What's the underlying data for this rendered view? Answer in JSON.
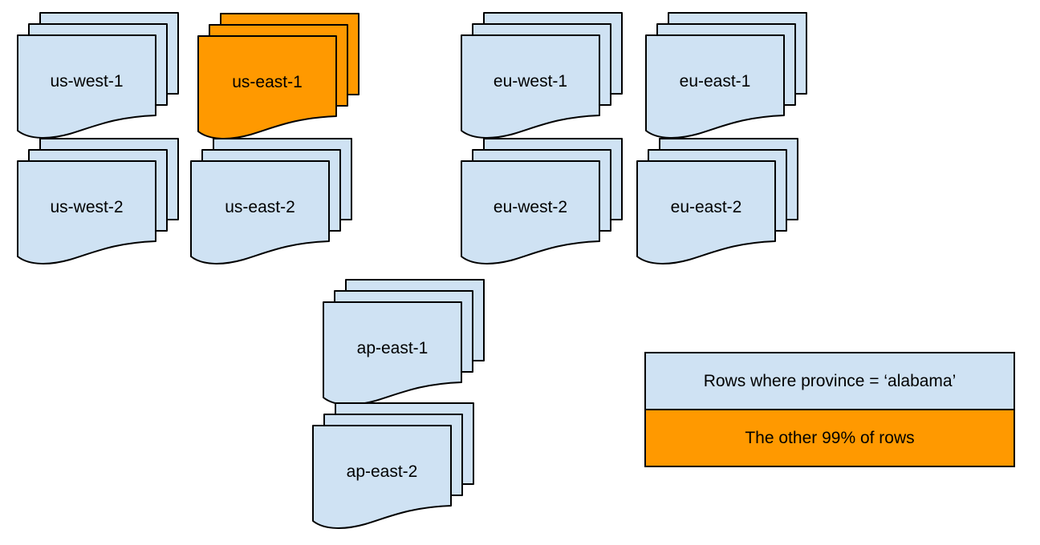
{
  "colors": {
    "shard_fill_blue": "#cfe2f3",
    "shard_fill_orange": "#ff9900",
    "stroke": "#000000",
    "text": "#000000",
    "background": "#ffffff"
  },
  "stacks": [
    {
      "label": "us-west-1",
      "variant": "blue"
    },
    {
      "label": "us-east-1",
      "variant": "orange"
    },
    {
      "label": "eu-west-1",
      "variant": "blue"
    },
    {
      "label": "eu-east-1",
      "variant": "blue"
    },
    {
      "label": "us-west-2",
      "variant": "blue"
    },
    {
      "label": "us-east-2",
      "variant": "blue"
    },
    {
      "label": "eu-west-2",
      "variant": "blue"
    },
    {
      "label": "eu-east-2",
      "variant": "blue"
    },
    {
      "label": "ap-east-1",
      "variant": "blue"
    },
    {
      "label": "ap-east-2",
      "variant": "blue"
    }
  ],
  "legend": {
    "items": [
      {
        "label": "Rows where province = ‘alabama’",
        "variant": "blue"
      },
      {
        "label": "The other 99% of rows",
        "variant": "orange"
      }
    ]
  }
}
